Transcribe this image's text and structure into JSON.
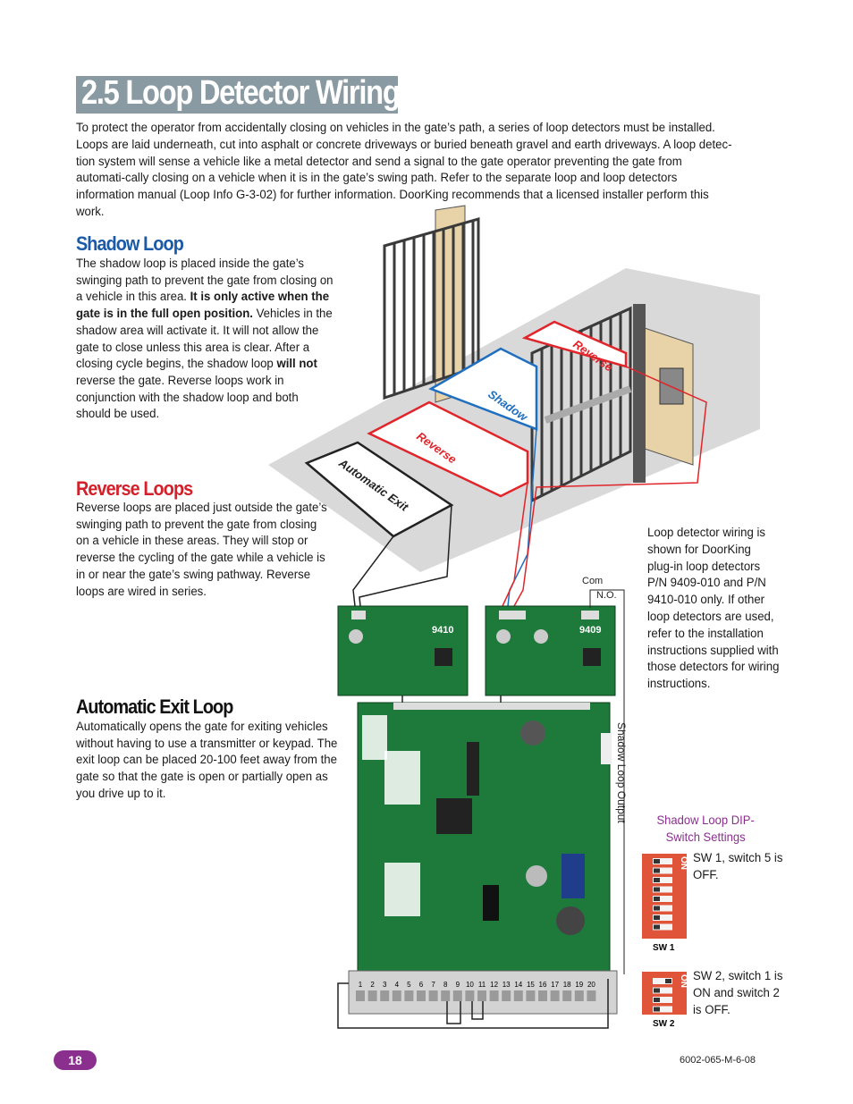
{
  "page": {
    "title": "2.5 Loop Detector Wiring",
    "intro": "To protect the operator from accidentally closing on vehicles in the gate’s path, a series of loop detectors must be installed. Loops are laid underneath, cut into asphalt or concrete driveways or buried beneath gravel and earth driveways. A loop detec-tion system will sense a vehicle like a metal detector and send a signal to the gate operator preventing the gate from automati-cally closing on a vehicle when it is in the gate’s swing path. Refer to the separate loop and loop detectors information manual (Loop Info G-3-02) for further information. DoorKing recommends that a licensed installer perform this work.",
    "page_number": "18",
    "doc_number": "6002-065-M-6-08"
  },
  "shadow": {
    "heading": "Shadow Loop",
    "text_a": "The shadow loop is placed inside the gate’s swinging path to prevent the gate from closing on a vehicle in this area. ",
    "text_bold": "It is only active when the gate is in the full open position.",
    "text_b": " Vehicles in the shadow area will activate it. It will not allow the gate to close unless this area is clear. After a closing cycle begins, the shadow loop ",
    "text_bold2": "will not",
    "text_c": " reverse the gate. Reverse loops work in conjunction with the shadow loop and both should be used."
  },
  "reverse": {
    "heading": "Reverse Loops",
    "text": "Reverse loops are placed just outside the gate’s swinging path to prevent the gate from closing on a vehicle in these areas. They will stop or reverse the cycling of the gate while a vehicle is in or near the gate’s swing pathway. Reverse loops are wired in series."
  },
  "exit": {
    "heading": "Automatic Exit Loop",
    "text": "Automatically opens the gate for exiting vehicles without having to use a transmitter or keypad. The exit loop can be placed 20-100 feet away from the gate so that the gate is open or partially open as you drive up to it."
  },
  "diagram": {
    "loop_labels": {
      "reverse_top": "Reverse",
      "shadow": "Shadow",
      "reverse": "Reverse",
      "exit": "Automatic Exit"
    },
    "detector_left": "9410",
    "detector_right": "9409",
    "com_label": "Com",
    "no_label": "N.O.",
    "shadow_output": "Shadow Loop Output",
    "terminals": [
      "1",
      "2",
      "3",
      "4",
      "5",
      "6",
      "7",
      "8",
      "9",
      "10",
      "11",
      "12",
      "13",
      "14",
      "15",
      "16",
      "17",
      "18",
      "19",
      "20"
    ],
    "colors": {
      "reverse": "#e0252b",
      "shadow": "#1f6fc1",
      "board": "#1e7a3a",
      "dip": "#e0553a"
    }
  },
  "note": {
    "text": "Loop detector wiring is shown for DoorKing plug-in loop detectors P/N 9409-010 and P/N 9410-010 only. If other loop detectors are used, refer to the installation instructions supplied with those detectors for wiring instructions."
  },
  "dip": {
    "title": "Shadow Loop DIP-Switch Settings",
    "sw1_note": "SW 1, switch 5 is OFF.",
    "sw2_note": "SW 2, switch 1 is ON and switch 2 is OFF.",
    "sw1_label": "SW 1",
    "sw2_label": "SW 2",
    "on_label": "ON"
  }
}
